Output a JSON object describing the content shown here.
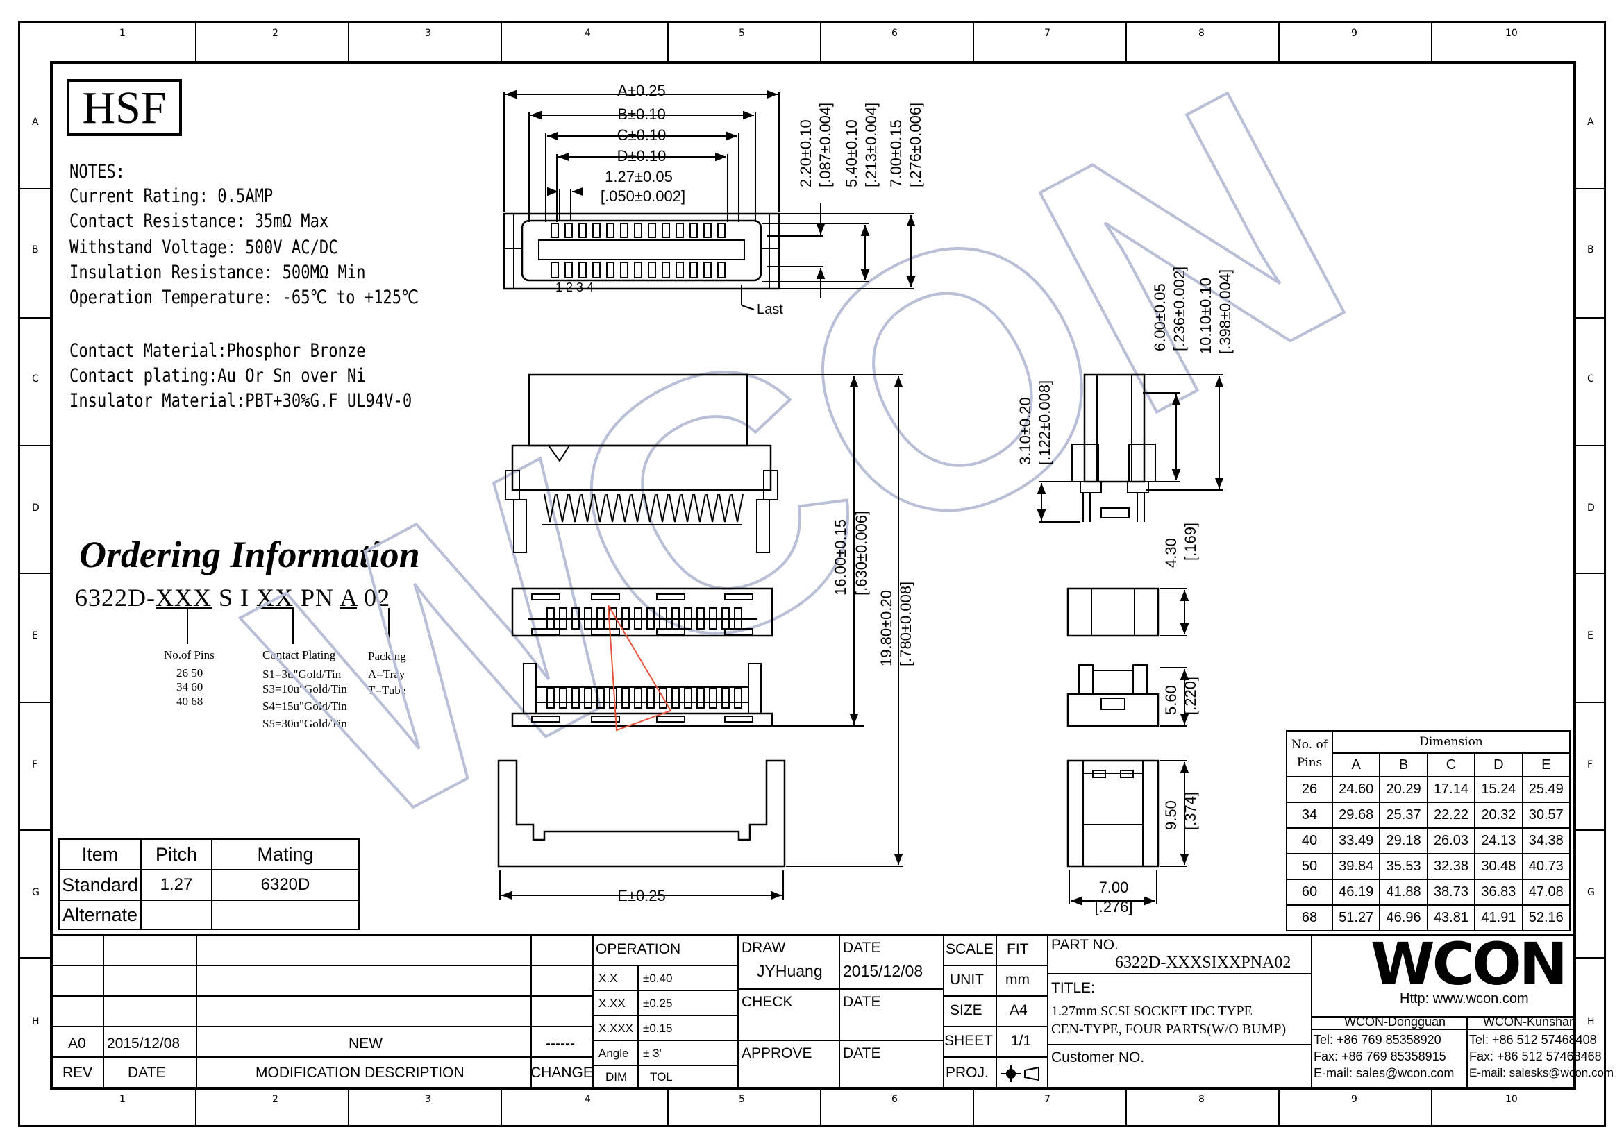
{
  "zones": {
    "columns": [
      "1",
      "2",
      "3",
      "4",
      "5",
      "6",
      "7",
      "8",
      "9",
      "10"
    ],
    "rows": [
      "A",
      "B",
      "C",
      "D",
      "E",
      "F",
      "G",
      "H"
    ]
  },
  "brand_box": "HSF",
  "notes": {
    "heading": "NOTES:",
    "lines": [
      "Current Rating: 0.5AMP",
      "Contact Resistance: 35mΩ Max",
      "Withstand Voltage: 500V AC/DC",
      "Insulation Resistance: 500MΩ Min",
      "Operation Temperature: -65℃ to +125℃"
    ],
    "material_lines": [
      "Contact Material:Phosphor Bronze",
      "Contact plating:Au Or Sn over Ni",
      "Insulator Material:PBT+30%G.F UL94V-0"
    ]
  },
  "ordering": {
    "title": "Ordering Information",
    "code_parts": [
      "6322D-",
      "XXX",
      " S I ",
      "XX",
      " PN ",
      "A",
      " 02"
    ],
    "pins_label": "No.of Pins",
    "pins_rows": [
      "26  50",
      "34  60",
      "40  68"
    ],
    "plating_label": "Contact Plating",
    "plating_rows": [
      "S1=3u\"Gold/Tin",
      "S3=10u\"Gold/Tin",
      "S4=15u\"Gold/Tin",
      "S5=30u\"Gold/Tin"
    ],
    "packing_label": "Packing",
    "packing_rows": [
      "A=Tray",
      "T=Tube"
    ]
  },
  "item_table": {
    "headers": [
      "Item",
      "Pitch",
      "Mating"
    ],
    "rows": [
      [
        "Standard",
        "1.27",
        "6320D"
      ],
      [
        "Alternate",
        "",
        ""
      ]
    ]
  },
  "dimensions": {
    "top_view": [
      "A±0.25",
      "B±0.10",
      "C±0.10",
      "D±0.10",
      "1.27±0.05",
      "[.050±0.002]"
    ],
    "top_view_vertical": [
      "2.20±0.10",
      "[.087±0.004]",
      "5.40±0.10",
      "[.213±0.004]",
      "7.00±0.15",
      "[.276±0.006]"
    ],
    "pin_numbers": "1 2 3 4",
    "last_label": "Last",
    "front_vertical": [
      "16.00±0.15",
      "[.630±0.006]",
      "19.80±0.20",
      "[.780±0.008]"
    ],
    "bottom_width": "E±0.25",
    "side_top": [
      "6.00±0.05",
      "[.236±0.002]",
      "10.10±0.10",
      "[.398±0.004]",
      "3.10±0.20",
      "[.122±0.008]"
    ],
    "side_lower": [
      "4.30",
      "[.169]",
      "5.60",
      "[.220]",
      "9.50",
      "[.374]"
    ],
    "side_width": [
      "7.00",
      "[.276]"
    ]
  },
  "dimension_table": {
    "pins_header_1": "No. of",
    "pins_header_2": "Pins",
    "group_header": "Dimension",
    "columns": [
      "A",
      "B",
      "C",
      "D",
      "E"
    ],
    "rows": [
      [
        "26",
        "24.60",
        "20.29",
        "17.14",
        "15.24",
        "25.49"
      ],
      [
        "34",
        "29.68",
        "25.37",
        "22.22",
        "20.32",
        "30.57"
      ],
      [
        "40",
        "33.49",
        "29.18",
        "26.03",
        "24.13",
        "34.38"
      ],
      [
        "50",
        "39.84",
        "35.53",
        "32.38",
        "30.48",
        "40.73"
      ],
      [
        "60",
        "46.19",
        "41.88",
        "38.73",
        "36.83",
        "47.08"
      ],
      [
        "68",
        "51.27",
        "46.96",
        "43.81",
        "41.91",
        "52.16"
      ]
    ]
  },
  "watermark": "WCON",
  "title_block": {
    "revision": {
      "rev": "A0",
      "date": "2015/12/08",
      "description": "NEW",
      "change": "------"
    },
    "rev_headers": [
      "REV",
      "DATE",
      "MODIFICATION  DESCRIPTION",
      "CHANGE"
    ],
    "operation": {
      "label": "OPERATION",
      "rows": [
        [
          "X.X",
          "±0.40"
        ],
        [
          "X.XX",
          "±0.25"
        ],
        [
          "X.XXX",
          "±0.15"
        ],
        [
          "Angle",
          "±  3'"
        ]
      ],
      "footer": [
        "DIM",
        "TOL"
      ]
    },
    "draw_label": "DRAW",
    "drawer": "JYHuang",
    "check_label": "CHECK",
    "approve_label": "APPROVE",
    "date_label": "DATE",
    "draw_date": "2015/12/08",
    "scale_label": "SCALE",
    "scale": "FIT",
    "unit_label": "UNIT",
    "unit": "mm",
    "size_label": "SIZE",
    "size": "A4",
    "sheet_label": "SHEET",
    "sheet": "1/1",
    "proj_label": "PROJ.",
    "part_label": "PART  NO.",
    "part_no": "6322D-XXXSIXXPNA02",
    "title_label": "TITLE:",
    "title_lines": [
      "1.27mm SCSI SOCKET IDC TYPE",
      "CEN-TYPE, FOUR PARTS(W/O BUMP)"
    ],
    "customer_label": "Customer  NO."
  },
  "company": {
    "logo": "WCON",
    "url": "Http: www.wcon.com",
    "dongguan": {
      "name": "WCON-Dongguan",
      "tel": "Tel: +86 769 85358920",
      "fax": "Fax: +86 769 85358915",
      "email": "E-mail: sales@wcon.com"
    },
    "kunshan": {
      "name": "WCON-Kunshan",
      "tel": "Tel: +86 512 57468408",
      "fax": "Fax: +86 512 57468468",
      "email": "E-mail: salesks@wcon.com"
    }
  },
  "colors": {
    "line": "#000000",
    "watermark": "#b9bfd6",
    "accent_red": "#e8533b"
  }
}
